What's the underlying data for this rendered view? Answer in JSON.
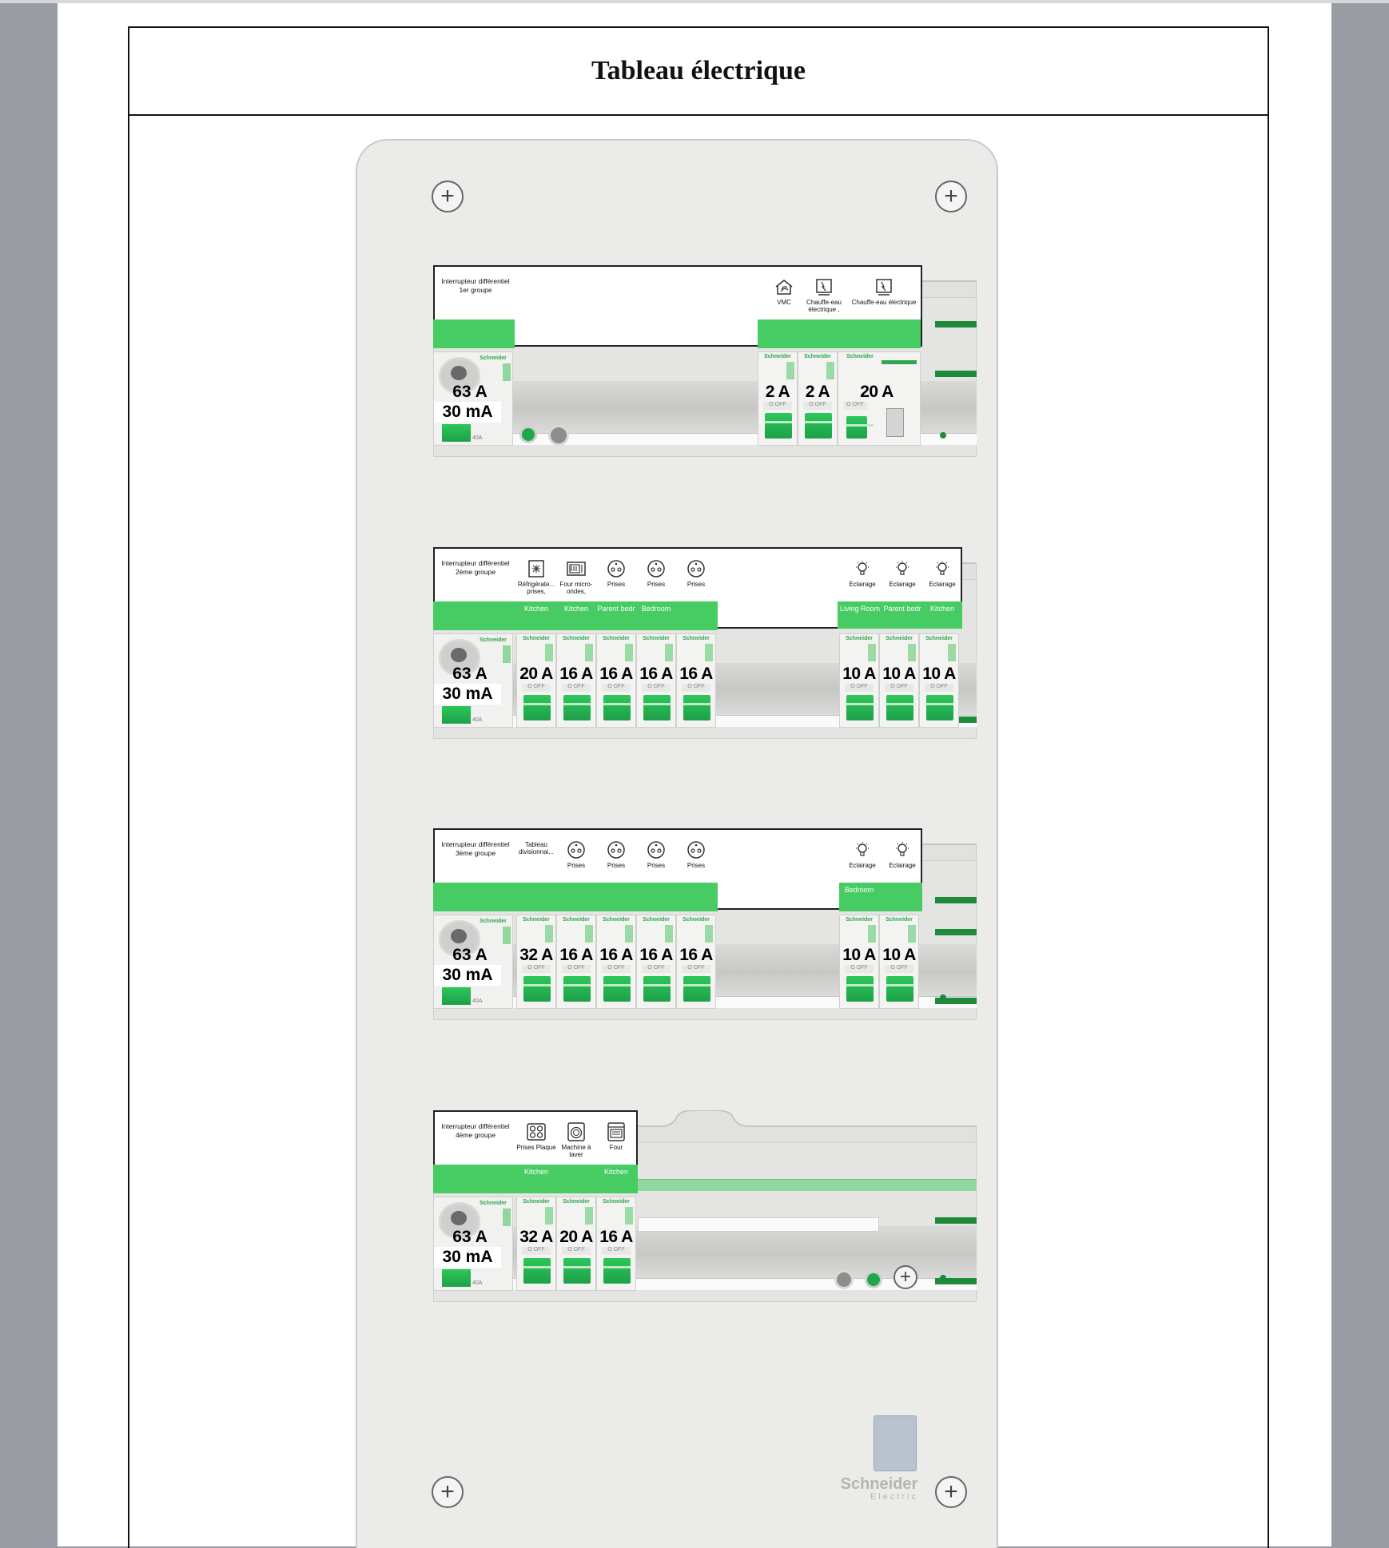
{
  "title": "Tableau électrique",
  "brand": {
    "name": "Schneider",
    "sub": "Electric"
  },
  "breaker_brand": "Schneider",
  "off_text": "O OFF",
  "rcd_foot": "40A",
  "groups": [
    {
      "title": "Interrupteur différentiel 1er groupe",
      "rcd_rating": "63 A",
      "rcd_sensitivity": "30 mA",
      "circuits": [
        {
          "icon": "vmc-icon",
          "label": "VMC",
          "room": "",
          "rating": "2 A"
        },
        {
          "icon": "water-heater-icon",
          "label": "Chauffe-eau électrique ,",
          "room": "",
          "rating": "2 A"
        },
        {
          "icon": "water-heater-icon",
          "label": "Chauffe-eau électrique",
          "room": "",
          "rating": "20 A"
        }
      ]
    },
    {
      "title": "Interrupteur différentiel 2ème groupe",
      "rcd_rating": "63 A",
      "rcd_sensitivity": "30 mA",
      "circuits": [
        {
          "icon": "fridge-icon",
          "label": "Réfrigérate... prises,",
          "room": "Kitchen",
          "rating": "20 A"
        },
        {
          "icon": "microwave-icon",
          "label": "Four micro-ondes,",
          "room": "Kitchen",
          "rating": "16 A"
        },
        {
          "icon": "socket-icon",
          "label": "Prises",
          "room": "Parent bedr",
          "rating": "16 A"
        },
        {
          "icon": "socket-icon",
          "label": "Prises",
          "room": "Bedroom",
          "rating": "16 A"
        },
        {
          "icon": "socket-icon",
          "label": "Prises",
          "room": "",
          "rating": "16 A"
        },
        {
          "icon": "bulb-icon",
          "label": "Eclairage",
          "room": "Living Room",
          "rating": "10 A"
        },
        {
          "icon": "bulb-icon",
          "label": "Eclairage",
          "room": "Parent bedr",
          "rating": "10 A"
        },
        {
          "icon": "bulb-icon",
          "label": "Eclairage",
          "room": "Kitchen",
          "rating": "10 A"
        }
      ]
    },
    {
      "title": "Interrupteur différentiel 3ème groupe",
      "rcd_rating": "63 A",
      "rcd_sensitivity": "30 mA",
      "circuits": [
        {
          "icon": "",
          "label": "Tableau divisionnai...",
          "room": "",
          "rating": "32 A"
        },
        {
          "icon": "socket-icon",
          "label": "Prises",
          "room": "",
          "rating": "16 A"
        },
        {
          "icon": "socket-icon",
          "label": "Prises",
          "room": "",
          "rating": "16 A"
        },
        {
          "icon": "socket-icon",
          "label": "Prises",
          "room": "",
          "rating": "16 A"
        },
        {
          "icon": "socket-icon",
          "label": "Prises",
          "room": "",
          "rating": "16 A"
        },
        {
          "icon": "bulb-icon",
          "label": "Eclairage",
          "room": "Bedroom",
          "rating": "10 A"
        },
        {
          "icon": "bulb-icon",
          "label": "Eclairage",
          "room": "",
          "rating": "10 A"
        }
      ]
    },
    {
      "title": "Interrupteur différentiel 4ème groupe",
      "rcd_rating": "63 A",
      "rcd_sensitivity": "30 mA",
      "circuits": [
        {
          "icon": "cooktop-icon",
          "label": "Prises Plaque",
          "room": "Kitchen",
          "rating": "32 A"
        },
        {
          "icon": "washing-machine-icon",
          "label": "Machine à laver",
          "room": "",
          "rating": "20 A"
        },
        {
          "icon": "oven-icon",
          "label": "Four",
          "room": "Kitchen",
          "rating": "16 A"
        }
      ]
    }
  ]
}
